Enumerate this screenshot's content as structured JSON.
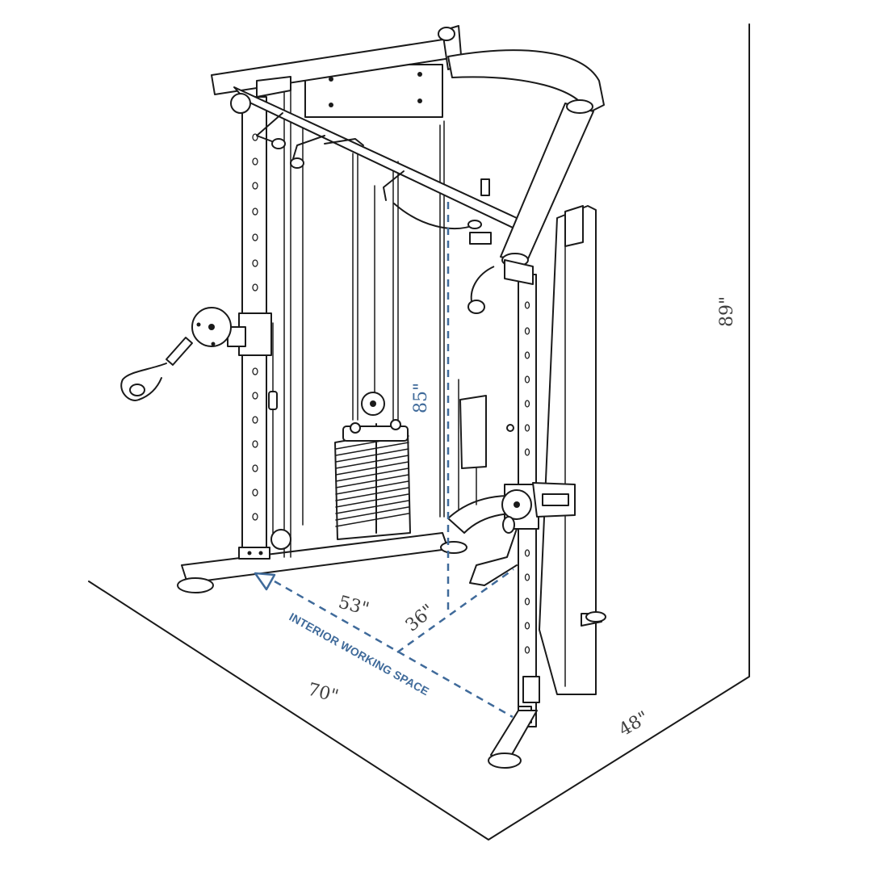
{
  "dimensions": {
    "height": "89\"",
    "interior_height": "85\"",
    "width": "70\"",
    "depth": "48\"",
    "interior_length": "53\"",
    "interior_depth": "36\""
  },
  "labels": {
    "working_space": "INTERIOR WORKING SPACE"
  },
  "colors": {
    "line": "#1a1a1a",
    "dimension_blue": "#3f6a9a",
    "dimension_gray": "#3f3f3f",
    "background": "#ffffff"
  }
}
